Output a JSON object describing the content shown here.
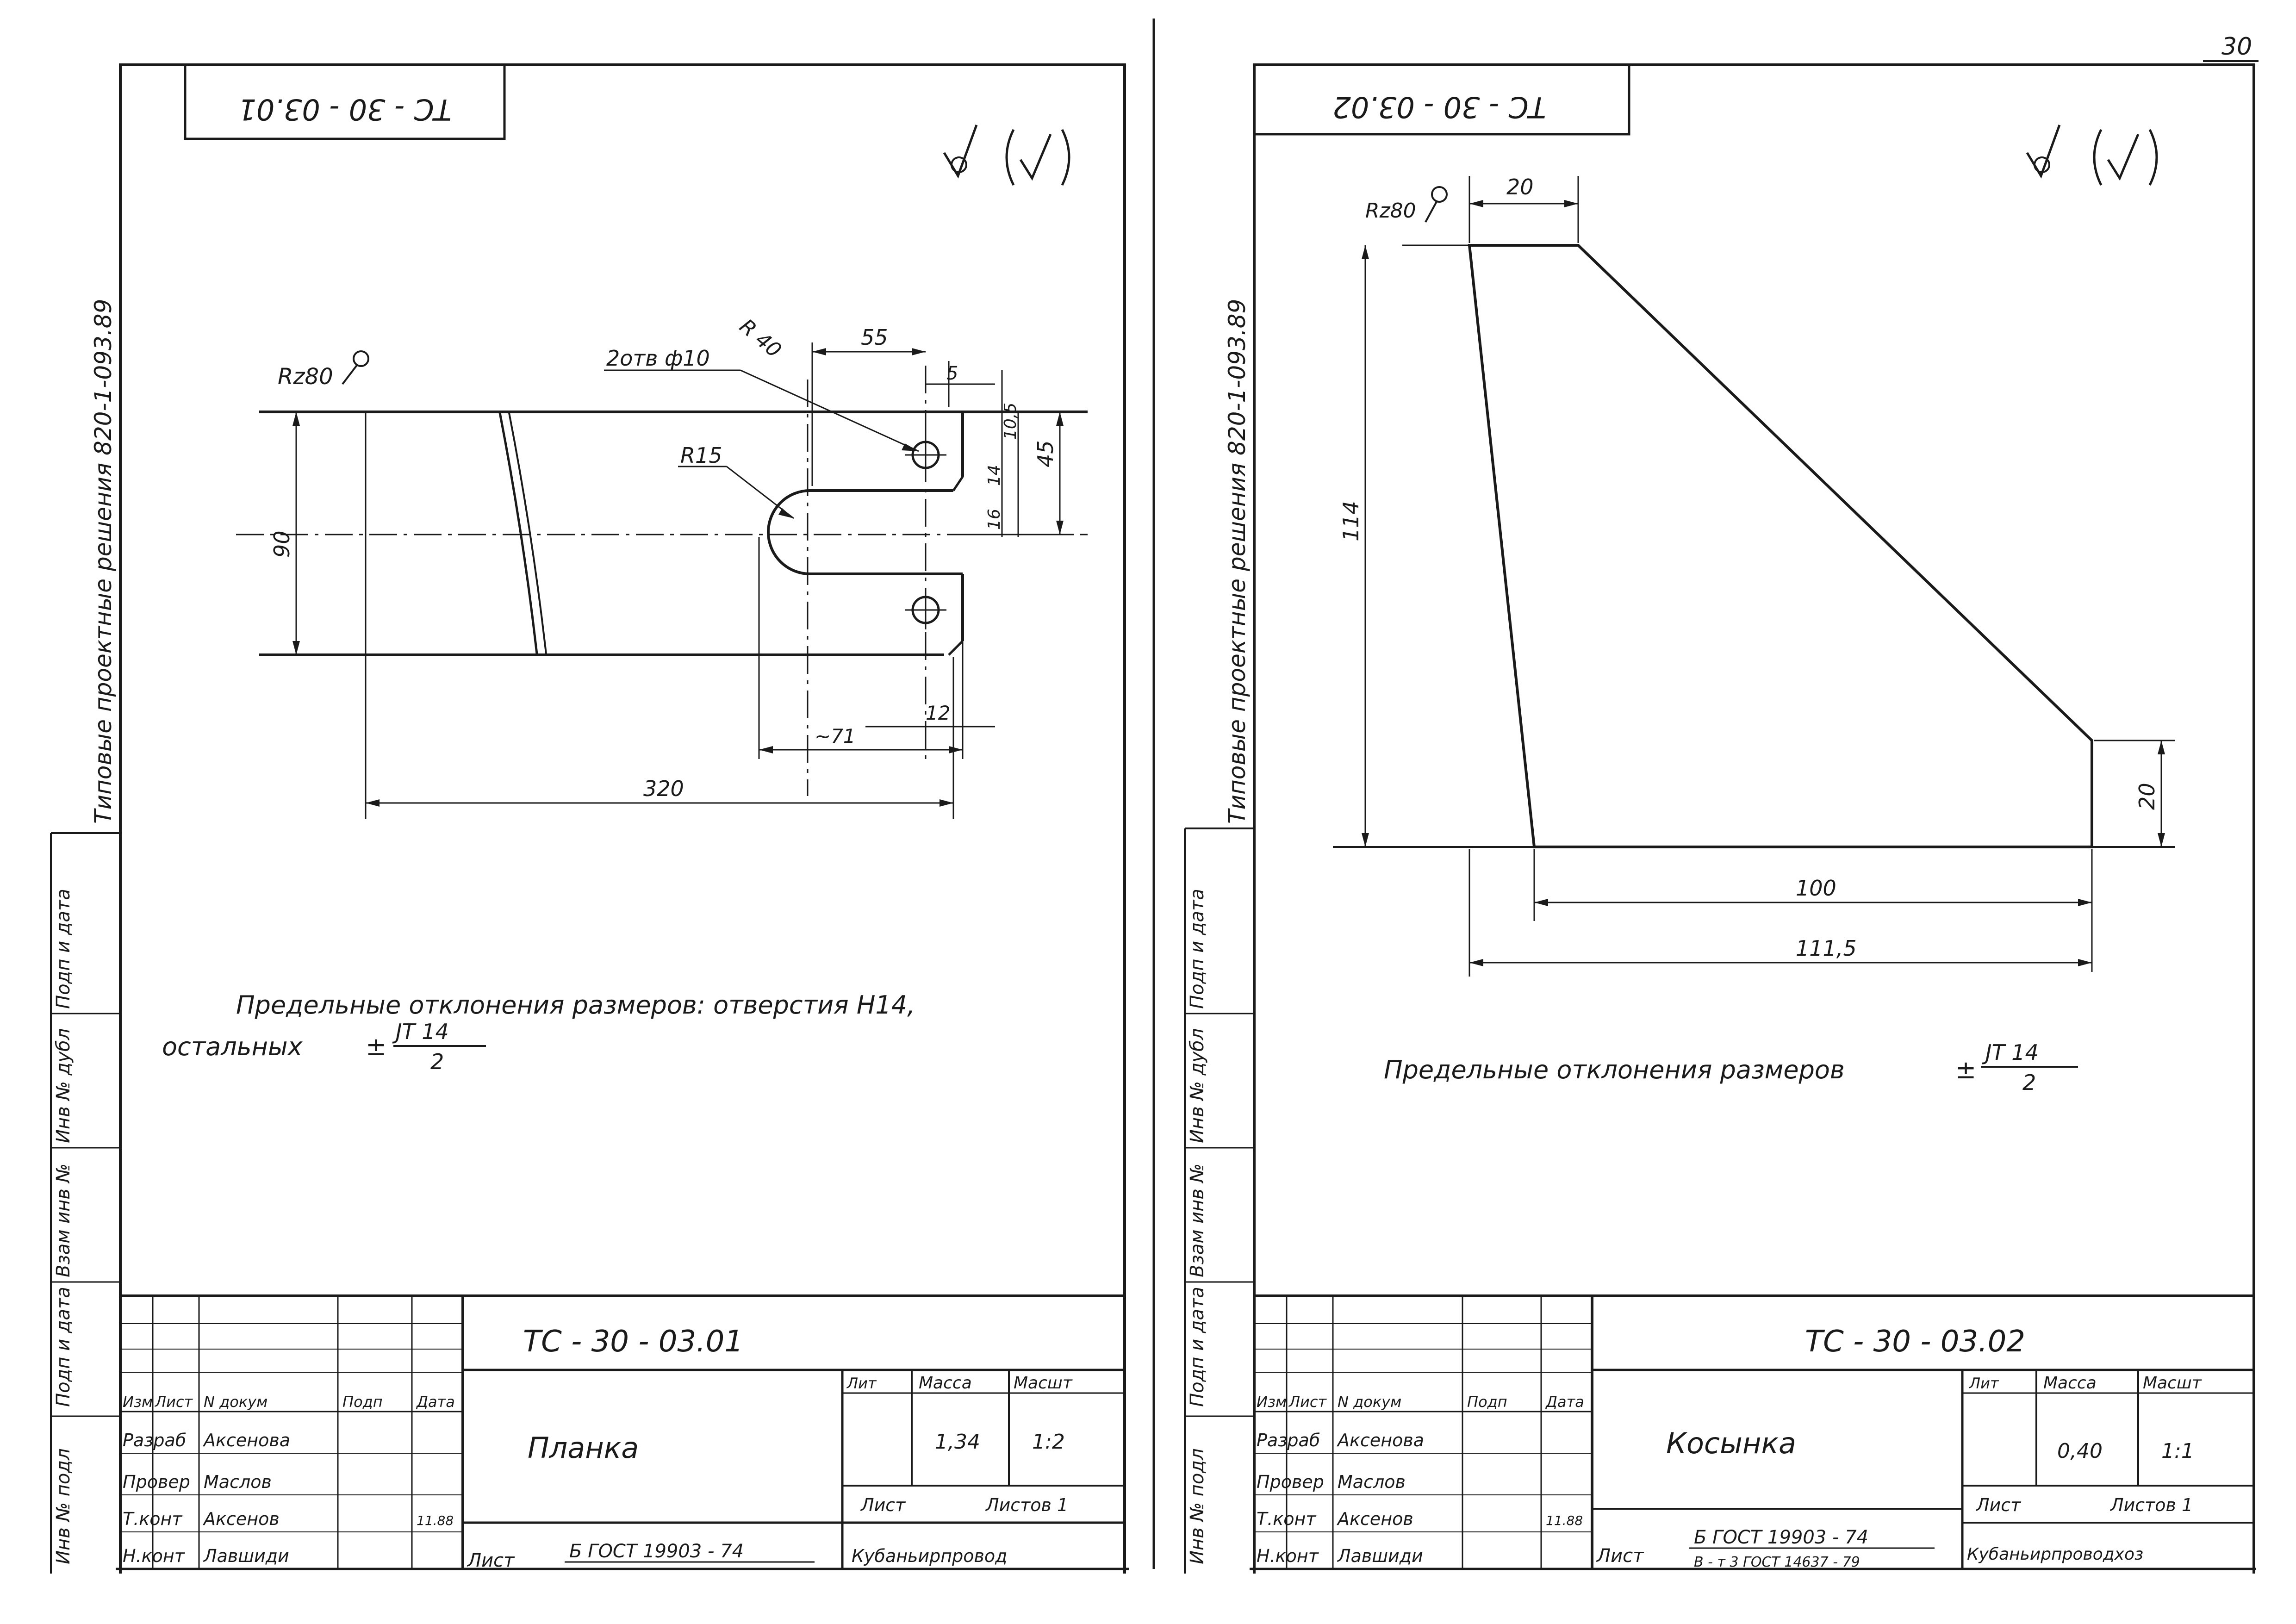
{
  "page_number": "30",
  "series_margin_left": "Типовые проектные решения 820-1-093.89",
  "series_margin_right": "Типовые проектные решения 820-1-093.89",
  "side_stamp_labels": [
    "Инв № подл",
    "Подп и дата",
    "Взам инв №",
    "Инв № дубл",
    "Подп и дата"
  ],
  "sheets": [
    {
      "id": "left",
      "code": "ТС - 30 - 03.01",
      "roughness": "Rz80",
      "dimensions": {
        "d90": "90",
        "d320": "320",
        "d55": "55",
        "d5": "5",
        "d10_5": "10,5",
        "d14": "14",
        "d16": "16",
        "d45": "45",
        "d12": "12",
        "d71": "~71",
        "r40": "R 40",
        "r15": "R15",
        "holes": "2отв ф10"
      },
      "note_line1": "Предельные   отклонения размеров: отверстия Н14,",
      "note_line2": "остальных",
      "note_pm": "±",
      "note_num": "JT 14",
      "note_den": "2",
      "title_block": {
        "designation": "ТС - 30 - 03.01",
        "part_name": "Планка",
        "col_lit": "Лит",
        "col_mass": "Масса",
        "col_scale": "Масшт",
        "mass": "1,34",
        "scale": "1:2",
        "sheet_label": "Лист",
        "sheets_label": "Листов 1",
        "hdr": [
          "Изм",
          "Лист",
          "N докум",
          "Подп",
          "Дата"
        ],
        "roles": [
          "Разраб",
          "Провер",
          "Т.конт",
          "Н.конт"
        ],
        "people": [
          "Аксенова",
          "Маслов",
          "Аксенов",
          "Лавшиди"
        ],
        "date": "11.88",
        "material1": "Лист",
        "material2": "Б ГОСТ 19903 - 74",
        "org": "Кубаньирпровод"
      }
    },
    {
      "id": "right",
      "code": "ТС - 30 - 03.02",
      "roughness": "Rz80",
      "dimensions": {
        "d20_top": "20",
        "d114": "114",
        "d20_side": "20",
        "d100": "100",
        "d111_5": "111,5"
      },
      "note_line1": "Предельные   отклонения   размеров",
      "note_pm": "±",
      "note_num": "JT 14",
      "note_den": "2",
      "title_block": {
        "designation": "ТС - 30 - 03.02",
        "part_name": "Косынка",
        "col_lit": "Лит",
        "col_mass": "Масса",
        "col_scale": "Масшт",
        "mass": "0,40",
        "scale": "1:1",
        "sheet_label": "Лист",
        "sheets_label": "Листов 1",
        "hdr": [
          "Изм",
          "Лист",
          "N докум",
          "Подп",
          "Дата"
        ],
        "roles": [
          "Разраб",
          "Провер",
          "Т.конт",
          "Н.конт"
        ],
        "people": [
          "Аксенова",
          "Маслов",
          "Аксенов",
          "Лавшиди"
        ],
        "date": "11.88",
        "material1": "Лист",
        "material2": "Б ГОСТ 19903 - 74",
        "material3": "В - т 3 ГОСТ 14637 - 79",
        "org": "Кубаньирпроводхоз"
      }
    }
  ]
}
